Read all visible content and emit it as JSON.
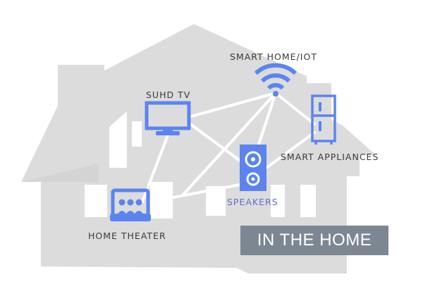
{
  "colors": {
    "house": "#dcdcdc",
    "window": "#ffffff",
    "connector": "#ffffff",
    "icon": "#5b84f0",
    "speaker_label": "#5b6fd6",
    "label": "#3a3a3a",
    "banner_bg": "#7d8792",
    "banner_text": "#ffffff"
  },
  "nodes": [
    {
      "id": "smart-home-iot",
      "label": "SMART HOME/IOT",
      "icon": "wifi-icon"
    },
    {
      "id": "suhd-tv",
      "label": "SUHD TV",
      "icon": "tv-icon"
    },
    {
      "id": "smart-appliances",
      "label": "SMART APPLIANCES",
      "icon": "refrigerator-icon"
    },
    {
      "id": "speakers",
      "label": "SPEAKERS",
      "icon": "speaker-icon"
    },
    {
      "id": "home-theater",
      "label": "HOME THEATER",
      "icon": "home-theater-icon"
    }
  ],
  "banner": {
    "text": "IN THE HOME"
  }
}
